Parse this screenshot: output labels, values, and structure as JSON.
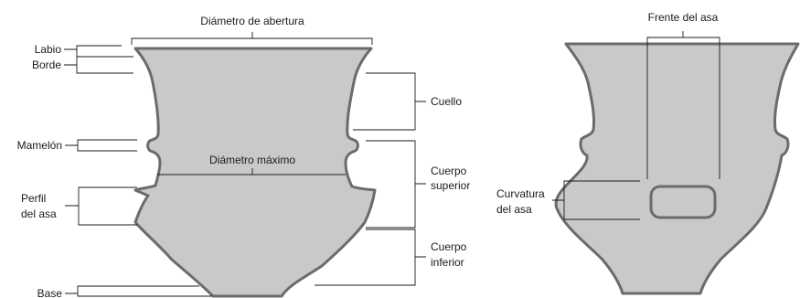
{
  "labels": {
    "diametro_abertura": "Diámetro de abertura",
    "diametro_maximo": "Diámetro máximo",
    "labio": "Labio",
    "borde": "Borde",
    "mamelon": "Mamelón",
    "perfil_line1": "Perfil",
    "perfil_line2": "del asa",
    "base": "Base",
    "cuello": "Cuello",
    "cuerpo_superior_line1": "Cuerpo",
    "cuerpo_superior_line2": "superior",
    "cuerpo_inferior_line1": "Cuerpo",
    "cuerpo_inferior_line2": "inferior",
    "frente_asa": "Frente del asa",
    "curvatura_line1": "Curvatura",
    "curvatura_line2": "del asa"
  },
  "colors": {
    "vessel_fill": "#c9c9c9",
    "vessel_stroke": "#6b6b6b",
    "line": "#1a1a1a"
  }
}
